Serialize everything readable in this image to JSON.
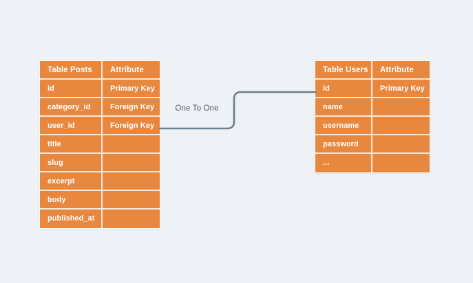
{
  "diagram": {
    "type": "entity-relationship",
    "background_color": "#eef1f5",
    "entity_color": "#e8883f",
    "entity_text_color": "#ffffff",
    "connector_color": "#6b7f8f",
    "label_color": "#4d5a66",
    "entities": [
      {
        "id": "posts",
        "headers": [
          "Table Posts",
          "Attribute"
        ],
        "rows": [
          {
            "name": "id",
            "attribute": "Primary Key"
          },
          {
            "name": "category_id",
            "attribute": "Foreign Key"
          },
          {
            "name": "user_id",
            "attribute": "Foreign Key"
          },
          {
            "name": "title",
            "attribute": ""
          },
          {
            "name": "slug",
            "attribute": ""
          },
          {
            "name": "excerpt",
            "attribute": ""
          },
          {
            "name": "body",
            "attribute": ""
          },
          {
            "name": "published_at",
            "attribute": ""
          }
        ]
      },
      {
        "id": "users",
        "headers": [
          "Table Users",
          "Attribute"
        ],
        "rows": [
          {
            "name": "id",
            "attribute": "Primary Key"
          },
          {
            "name": "name",
            "attribute": ""
          },
          {
            "name": "username",
            "attribute": ""
          },
          {
            "name": "password",
            "attribute": ""
          },
          {
            "name": "...",
            "attribute": ""
          }
        ]
      }
    ],
    "relationship": {
      "label": "One To One",
      "from": "posts.user_id",
      "to": "users.id"
    }
  }
}
